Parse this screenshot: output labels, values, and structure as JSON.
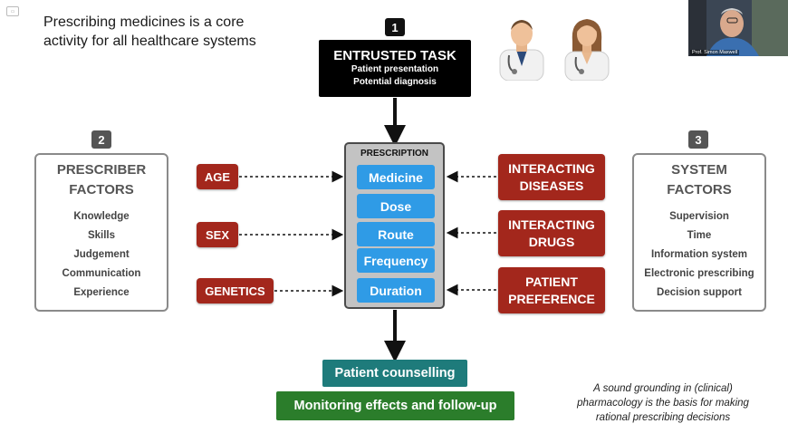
{
  "headline": "Prescribing medicines is a core activity for all healthcare systems",
  "badges": {
    "one": "1",
    "two": "2",
    "three": "3"
  },
  "entrusted_task": {
    "title": "ENTRUSTED TASK",
    "lines": [
      "Patient presentation",
      "Potential diagnosis"
    ]
  },
  "prescriber_factors": {
    "title": "PRESCRIBER FACTORS",
    "items": [
      "Knowledge",
      "Skills",
      "Judgement",
      "Communication",
      "Experience"
    ]
  },
  "system_factors": {
    "title": "SYSTEM FACTORS",
    "items": [
      "Supervision",
      "Time",
      "Information system",
      "Electronic prescribing",
      "Decision support"
    ]
  },
  "patient_tags": [
    "AGE",
    "SEX",
    "GENETICS"
  ],
  "context_tags": [
    "INTERACTING DISEASES",
    "INTERACTING DRUGS",
    "PATIENT PREFERENCE"
  ],
  "prescription": {
    "title": "PRESCRIPTION",
    "items": [
      "Medicine",
      "Dose",
      "Route",
      "Frequency",
      "Duration"
    ]
  },
  "outcomes": {
    "counselling": "Patient counselling",
    "monitoring": "Monitoring effects and follow-up"
  },
  "quote": "A sound grounding in (clinical) pharmacology is the basis for making rational prescribing decisions",
  "video": {
    "participant_name": "Prof. Simon Maxwell"
  },
  "colors": {
    "red_tag": "#a3271c",
    "prescription_item": "#2f9be6",
    "teal": "#1e7b7b",
    "green": "#2b7d2b"
  }
}
